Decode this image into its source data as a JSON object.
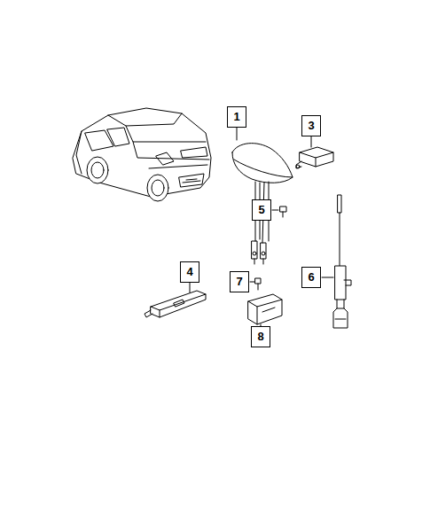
{
  "diagram": {
    "labels": [
      "1",
      "3",
      "5",
      "6",
      "4",
      "7",
      "8"
    ]
  }
}
